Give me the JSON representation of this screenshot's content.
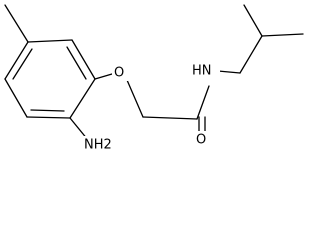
{
  "molecule": {
    "atom_labels": {
      "ether_oxygen": "O",
      "amide_nitrogen": "HN",
      "carbonyl_oxygen": "O",
      "amine_group": "NH2"
    }
  },
  "colors": {
    "bond": "#000000",
    "background": "#ffffff"
  }
}
